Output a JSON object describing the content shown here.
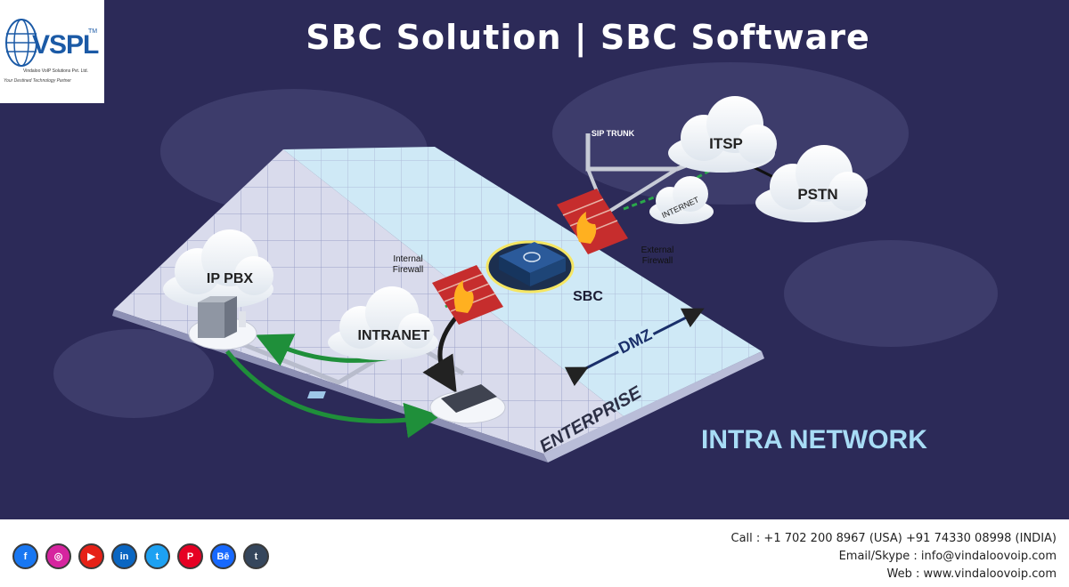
{
  "logo": {
    "text": "VSPL",
    "tm": "TM",
    "company": "Vindaloo VoIP Solutions Pvt. Ltd.",
    "tagline": "Your Destined Technology Partner"
  },
  "title": "SBC Solution | SBC Software",
  "diagram": {
    "clouds": {
      "itsp": "ITSP",
      "pstn": "PSTN",
      "internet": "INTERNET",
      "ip_pbx": "IP PBX",
      "intranet": "INTRANET"
    },
    "labels": {
      "sip_trunk": "SIP TRUNK",
      "internal_firewall_1": "Internal",
      "internal_firewall_2": "Firewall",
      "external_firewall_1": "External",
      "external_firewall_2": "Firewall",
      "sbc": "SBC",
      "dmz": "DMZ",
      "enterprise": "ENTERPRISE"
    }
  },
  "intra_network": "INTRA NETWORK",
  "socials": [
    {
      "name": "facebook-icon",
      "glyph": "f",
      "color": "#1877f2"
    },
    {
      "name": "instagram-icon",
      "glyph": "◎",
      "color": "#d6249f"
    },
    {
      "name": "youtube-icon",
      "glyph": "▶",
      "color": "#e62117"
    },
    {
      "name": "linkedin-icon",
      "glyph": "in",
      "color": "#0a66c2"
    },
    {
      "name": "twitter-icon",
      "glyph": "t",
      "color": "#1da1f2"
    },
    {
      "name": "pinterest-icon",
      "glyph": "P",
      "color": "#e60023"
    },
    {
      "name": "behance-icon",
      "glyph": "Bē",
      "color": "#1769ff"
    },
    {
      "name": "tumblr-icon",
      "glyph": "t",
      "color": "#35465c"
    }
  ],
  "contact": {
    "call": "Call : +1 702 200 8967 (USA)  +91 74330 08998 (INDIA)",
    "email": "Email/Skype :  info@vindaloovoip.com",
    "web": "Web :  www.vindaloovoip.com"
  }
}
